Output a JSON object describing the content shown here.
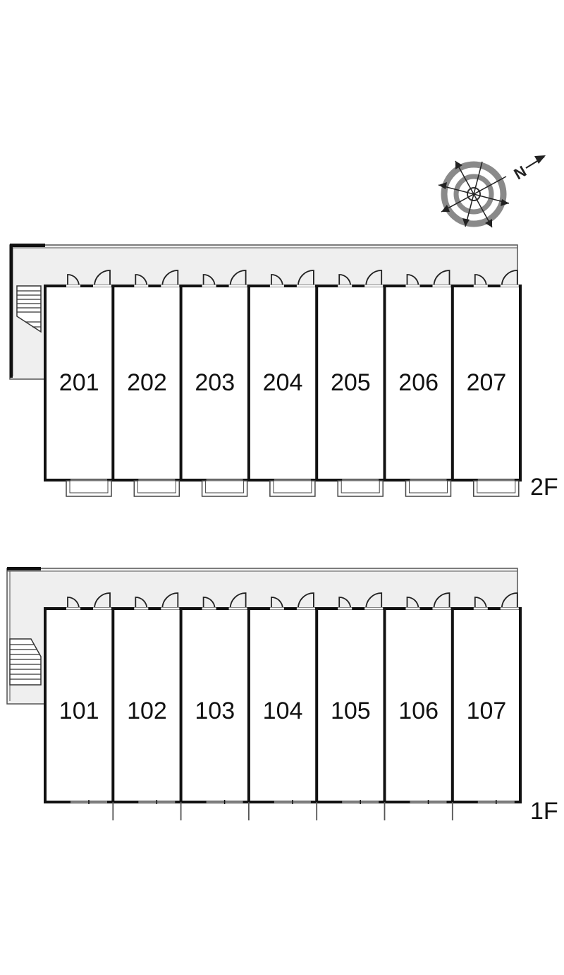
{
  "compass": {
    "north_label": "N",
    "icon": "compass-rose-icon"
  },
  "floors": [
    {
      "label": "2F",
      "units": [
        "201",
        "202",
        "203",
        "204",
        "205",
        "206",
        "207"
      ]
    },
    {
      "label": "1F",
      "units": [
        "101",
        "102",
        "103",
        "104",
        "105",
        "106",
        "107"
      ]
    }
  ]
}
